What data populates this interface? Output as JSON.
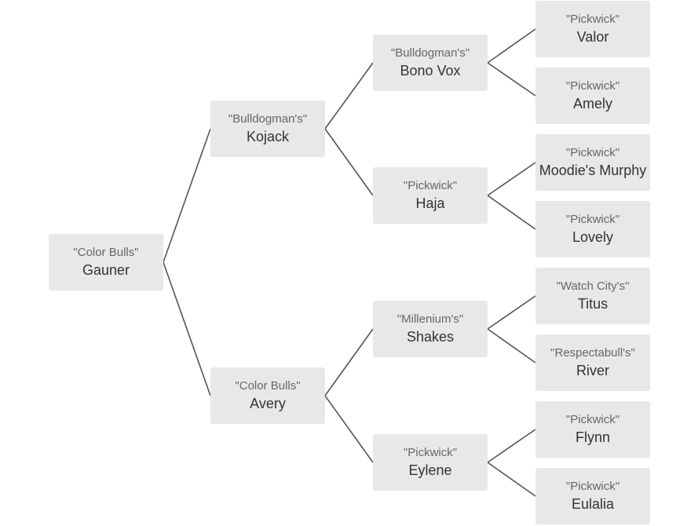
{
  "pedigree": {
    "nodes": [
      {
        "kennel": "\"Color Bulls\"",
        "name": "Gauner"
      },
      {
        "kennel": "\"Bulldogman's\"",
        "name": "Kojack"
      },
      {
        "kennel": "\"Color Bulls\"",
        "name": "Avery"
      },
      {
        "kennel": "\"Bulldogman's\"",
        "name": "Bono Vox"
      },
      {
        "kennel": "\"Pickwick\"",
        "name": "Haja"
      },
      {
        "kennel": "\"Millenium's\"",
        "name": "Shakes"
      },
      {
        "kennel": "\"Pickwick\"",
        "name": "Eylene"
      },
      {
        "kennel": "\"Pickwick\"",
        "name": "Valor"
      },
      {
        "kennel": "\"Pickwick\"",
        "name": "Amely"
      },
      {
        "kennel": "\"Pickwick\"",
        "name": "Moodie's Murphy"
      },
      {
        "kennel": "\"Pickwick\"",
        "name": "Lovely"
      },
      {
        "kennel": "\"Watch City's\"",
        "name": "Titus"
      },
      {
        "kennel": "\"Respectabull's\"",
        "name": "River"
      },
      {
        "kennel": "\"Pickwick\"",
        "name": "Flynn"
      },
      {
        "kennel": "\"Pickwick\"",
        "name": "Eulalia"
      }
    ],
    "edges": [
      [
        0,
        1
      ],
      [
        0,
        2
      ],
      [
        1,
        3
      ],
      [
        1,
        4
      ],
      [
        2,
        5
      ],
      [
        2,
        6
      ],
      [
        3,
        7
      ],
      [
        3,
        8
      ],
      [
        4,
        9
      ],
      [
        4,
        10
      ],
      [
        5,
        11
      ],
      [
        5,
        12
      ],
      [
        6,
        13
      ],
      [
        6,
        14
      ]
    ]
  }
}
